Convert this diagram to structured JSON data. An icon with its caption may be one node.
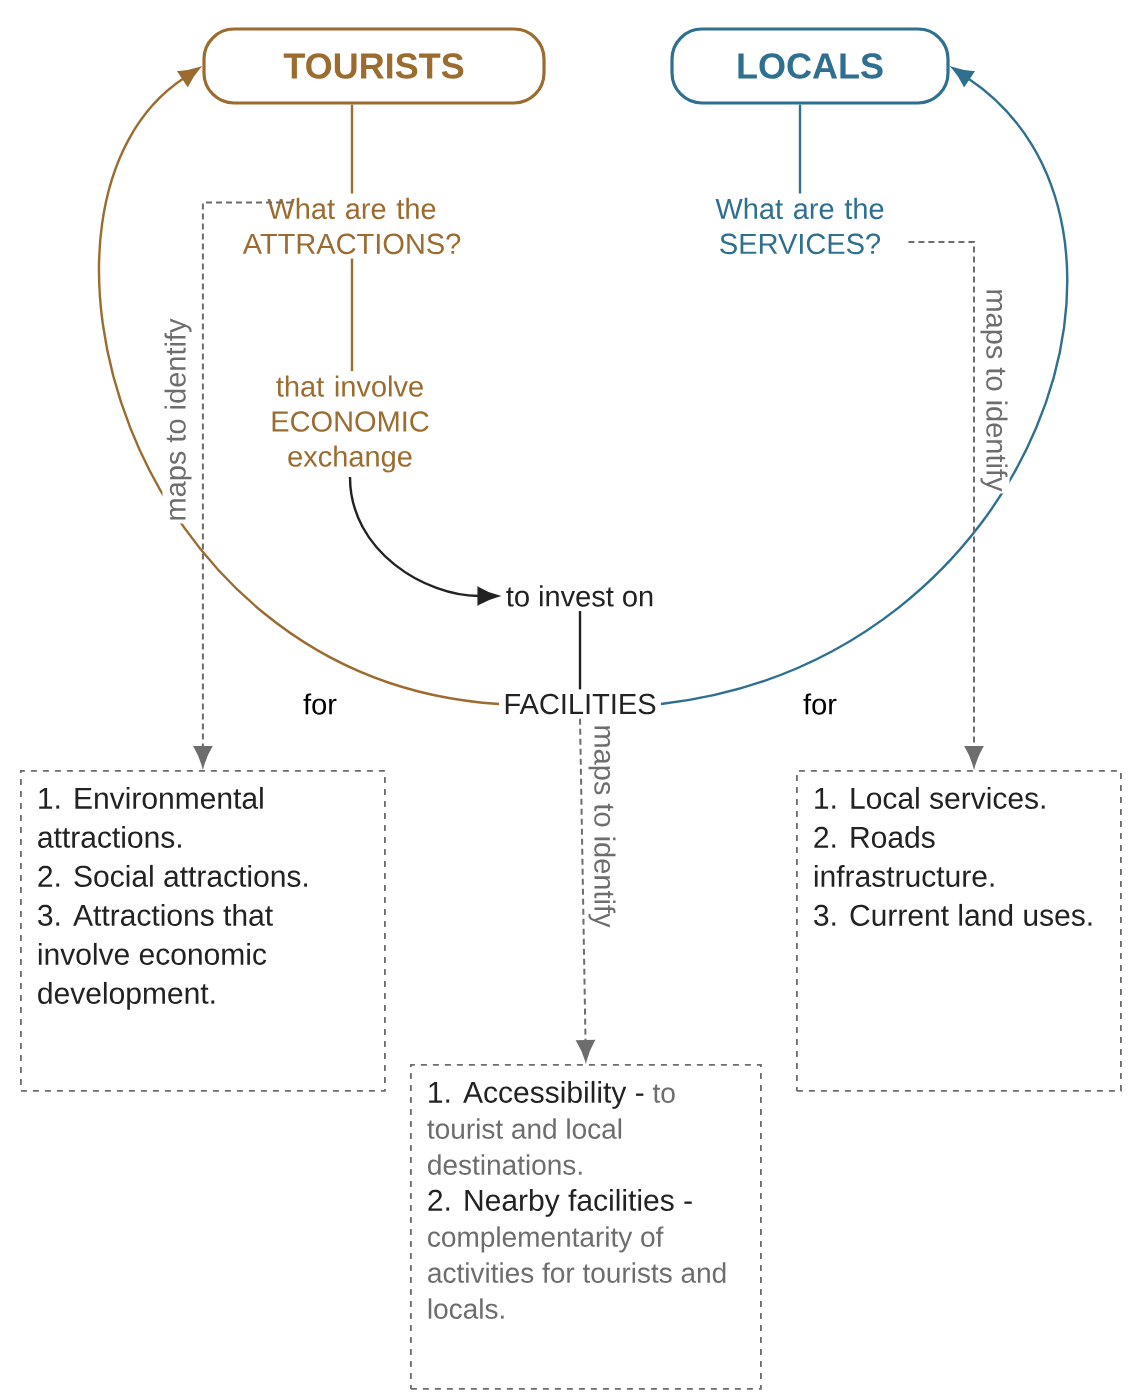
{
  "diagram": {
    "nodes": [
      {
        "text": [
          "TOURISTS"
        ]
      },
      {
        "text": [
          "LOCALS"
        ]
      },
      {
        "text": [
          "What are the ATTRACTIONS?"
        ]
      },
      {
        "text": [
          "What are the SERVICES?"
        ]
      },
      {
        "text": [
          "that involve ECONOMIC exchange"
        ]
      },
      {
        "text": [
          "to invest on"
        ]
      },
      {
        "text": [
          "FACILITIES"
        ]
      },
      {
        "text": [
          "1. Environmental attractions.",
          "2. Social attractions.",
          "3. Attractions that involve economic development."
        ]
      },
      {
        "text": [
          "1. Accessibility -",
          "to tourist and local destinations.",
          "2. Nearby facilities -",
          "complementarity of activities for tourists and locals."
        ]
      },
      {
        "text": [
          "1. Local services.",
          "2. Roads infrastructure.",
          "3. Current land uses."
        ]
      }
    ],
    "edges": [
      {
        "from": 0,
        "to": 2,
        "arrow": "none",
        "color": "#9b6b2f"
      },
      {
        "from": 1,
        "to": 3,
        "arrow": "none",
        "color": "#2f6f8f"
      },
      {
        "from": 2,
        "to": 4,
        "arrow": "none",
        "color": "#9b6b2f"
      },
      {
        "from": 4,
        "to": 5,
        "arrow": "to",
        "color": "#222222"
      },
      {
        "from": 5,
        "to": 6,
        "arrow": "none",
        "color": "#222222"
      },
      {
        "from": 6,
        "to": 0,
        "arrow": "to",
        "label": "for",
        "color": "#9b6b2f"
      },
      {
        "from": 6,
        "to": 1,
        "arrow": "to",
        "label": "for",
        "color": "#2f6f8f"
      },
      {
        "from": 2,
        "to": 7,
        "arrow": "to",
        "label": "maps to identify",
        "style": "dashed",
        "color": "#6d6d6d"
      },
      {
        "from": 3,
        "to": 9,
        "arrow": "to",
        "label": "maps to identify",
        "style": "dashed",
        "color": "#6d6d6d"
      },
      {
        "from": 6,
        "to": 8,
        "arrow": "to",
        "label": "maps to identify",
        "style": "dashed",
        "color": "#6d6d6d"
      }
    ]
  }
}
